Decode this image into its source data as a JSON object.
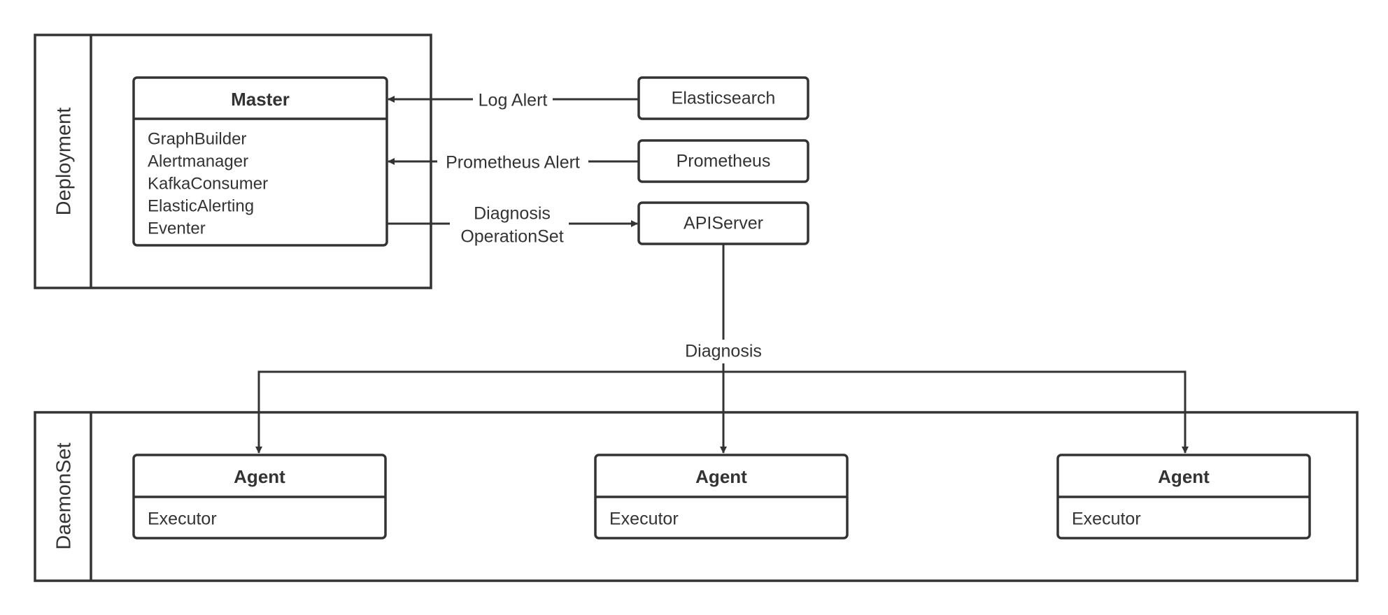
{
  "colors": {
    "stroke": "#333333",
    "text": "#333333",
    "background": "#ffffff"
  },
  "containers": {
    "deployment": {
      "label": "Deployment"
    },
    "daemonset": {
      "label": "DaemonSet"
    }
  },
  "master": {
    "title": "Master",
    "items": [
      "GraphBuilder",
      "Alertmanager",
      "KafkaConsumer",
      "ElasticAlerting",
      "Eventer"
    ]
  },
  "sources": {
    "elasticsearch": "Elasticsearch",
    "prometheus": "Prometheus",
    "apiserver": "APIServer"
  },
  "edges": {
    "log_alert": "Log Alert",
    "prometheus_alert": "Prometheus Alert",
    "diagnosis_opset_line1": "Diagnosis",
    "diagnosis_opset_line2": "OperationSet",
    "diagnosis": "Diagnosis"
  },
  "agents": [
    {
      "title": "Agent",
      "item": "Executor"
    },
    {
      "title": "Agent",
      "item": "Executor"
    },
    {
      "title": "Agent",
      "item": "Executor"
    }
  ]
}
